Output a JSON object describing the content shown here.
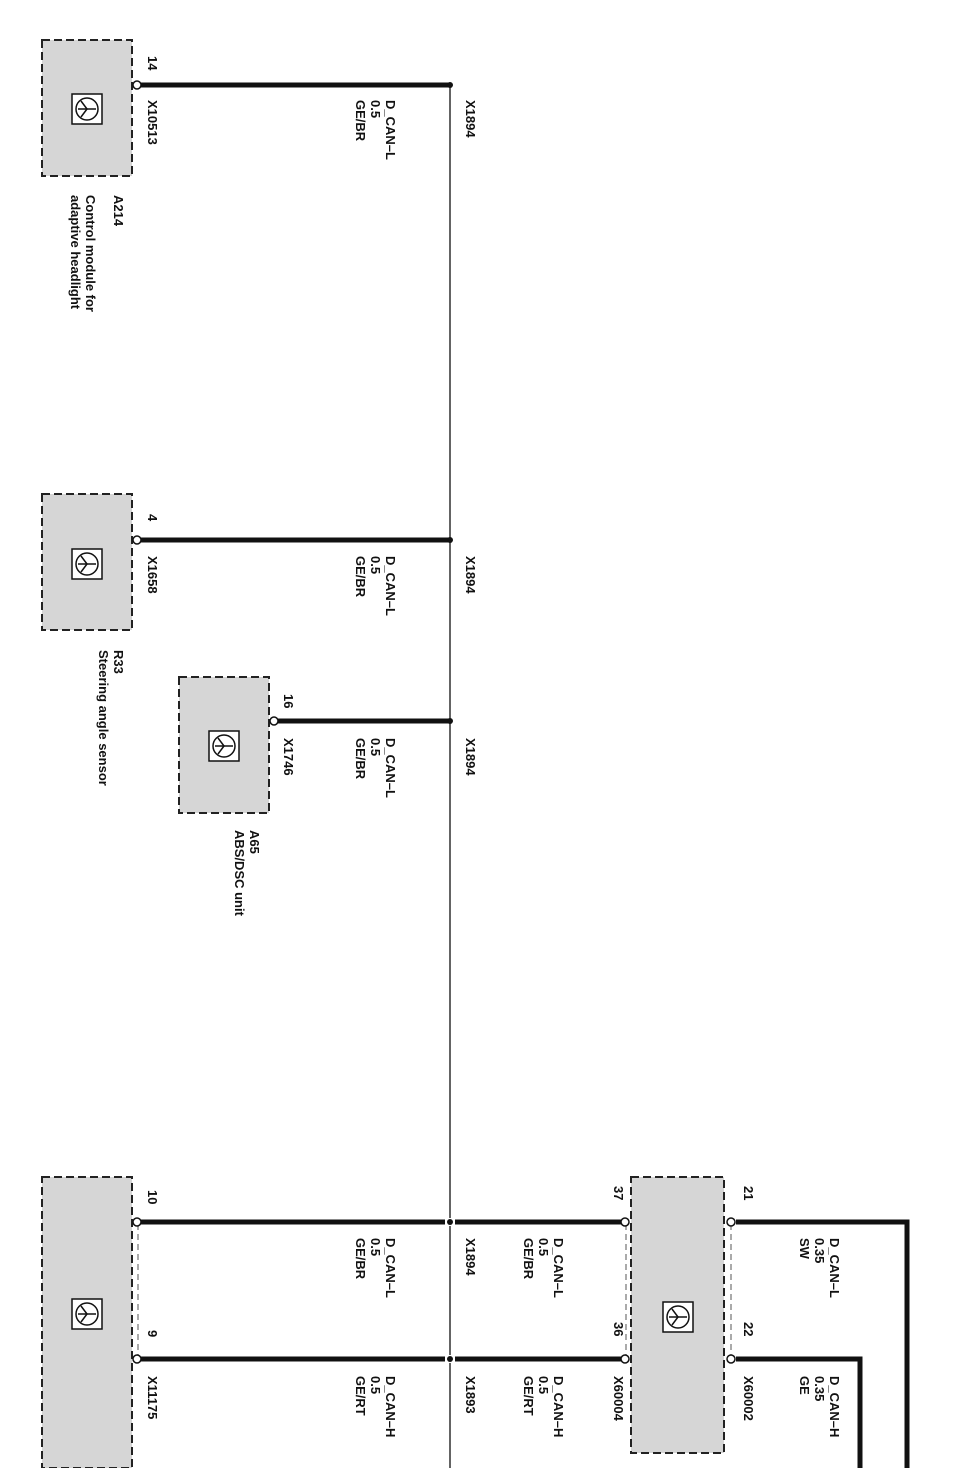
{
  "components": {
    "a214": {
      "id": "A214",
      "name_line1": "Control module for",
      "name_line2": "adaptive headlight",
      "connector": "X10513",
      "pin": "14"
    },
    "r33": {
      "id": "R33",
      "name": "Steering angle sensor",
      "connector": "X1658",
      "pin": "4"
    },
    "a65": {
      "id": "A65",
      "name": "ABS/DSC unit",
      "connector": "X1746",
      "pin": "16"
    },
    "bottom_left": {
      "connector": "X11175",
      "pin_l": "10",
      "pin_h": "9"
    },
    "bottom_mid": {
      "connector_upper": "X60004",
      "pin_l": "37",
      "pin_h": "36",
      "connector_lower": "X60002",
      "pin_l2": "21",
      "pin_h2": "22"
    }
  },
  "wires": {
    "w1": {
      "signal": "D_CAN–L",
      "size": "0.5",
      "color": "GE/BR"
    },
    "w2": {
      "signal": "D_CAN–L",
      "size": "0.5",
      "color": "GE/BR"
    },
    "w3": {
      "signal": "D_CAN–L",
      "size": "0.5",
      "color": "GE/BR"
    },
    "w4": {
      "signal": "D_CAN–L",
      "size": "0.5",
      "color": "GE/BR"
    },
    "w5": {
      "signal": "D_CAN–H",
      "size": "0.5",
      "color": "GE/RT"
    },
    "w6": {
      "signal": "D_CAN–L",
      "size": "0.5",
      "color": "GE/BR"
    },
    "w7": {
      "signal": "D_CAN–H",
      "size": "0.5",
      "color": "GE/RT"
    },
    "w8": {
      "signal": "D_CAN–L",
      "size": "0.35",
      "color": "SW"
    },
    "w9": {
      "signal": "D_CAN–H",
      "size": "0.35",
      "color": "GE"
    }
  },
  "splices": {
    "s1": "X1894",
    "s2": "X1894",
    "s3": "X1894",
    "s4": "X1894",
    "s5": "X1893"
  },
  "colors": {
    "box_fill": "#d6d6d6",
    "line": "#111111"
  },
  "icons": {
    "module": "control-unit-icon"
  }
}
